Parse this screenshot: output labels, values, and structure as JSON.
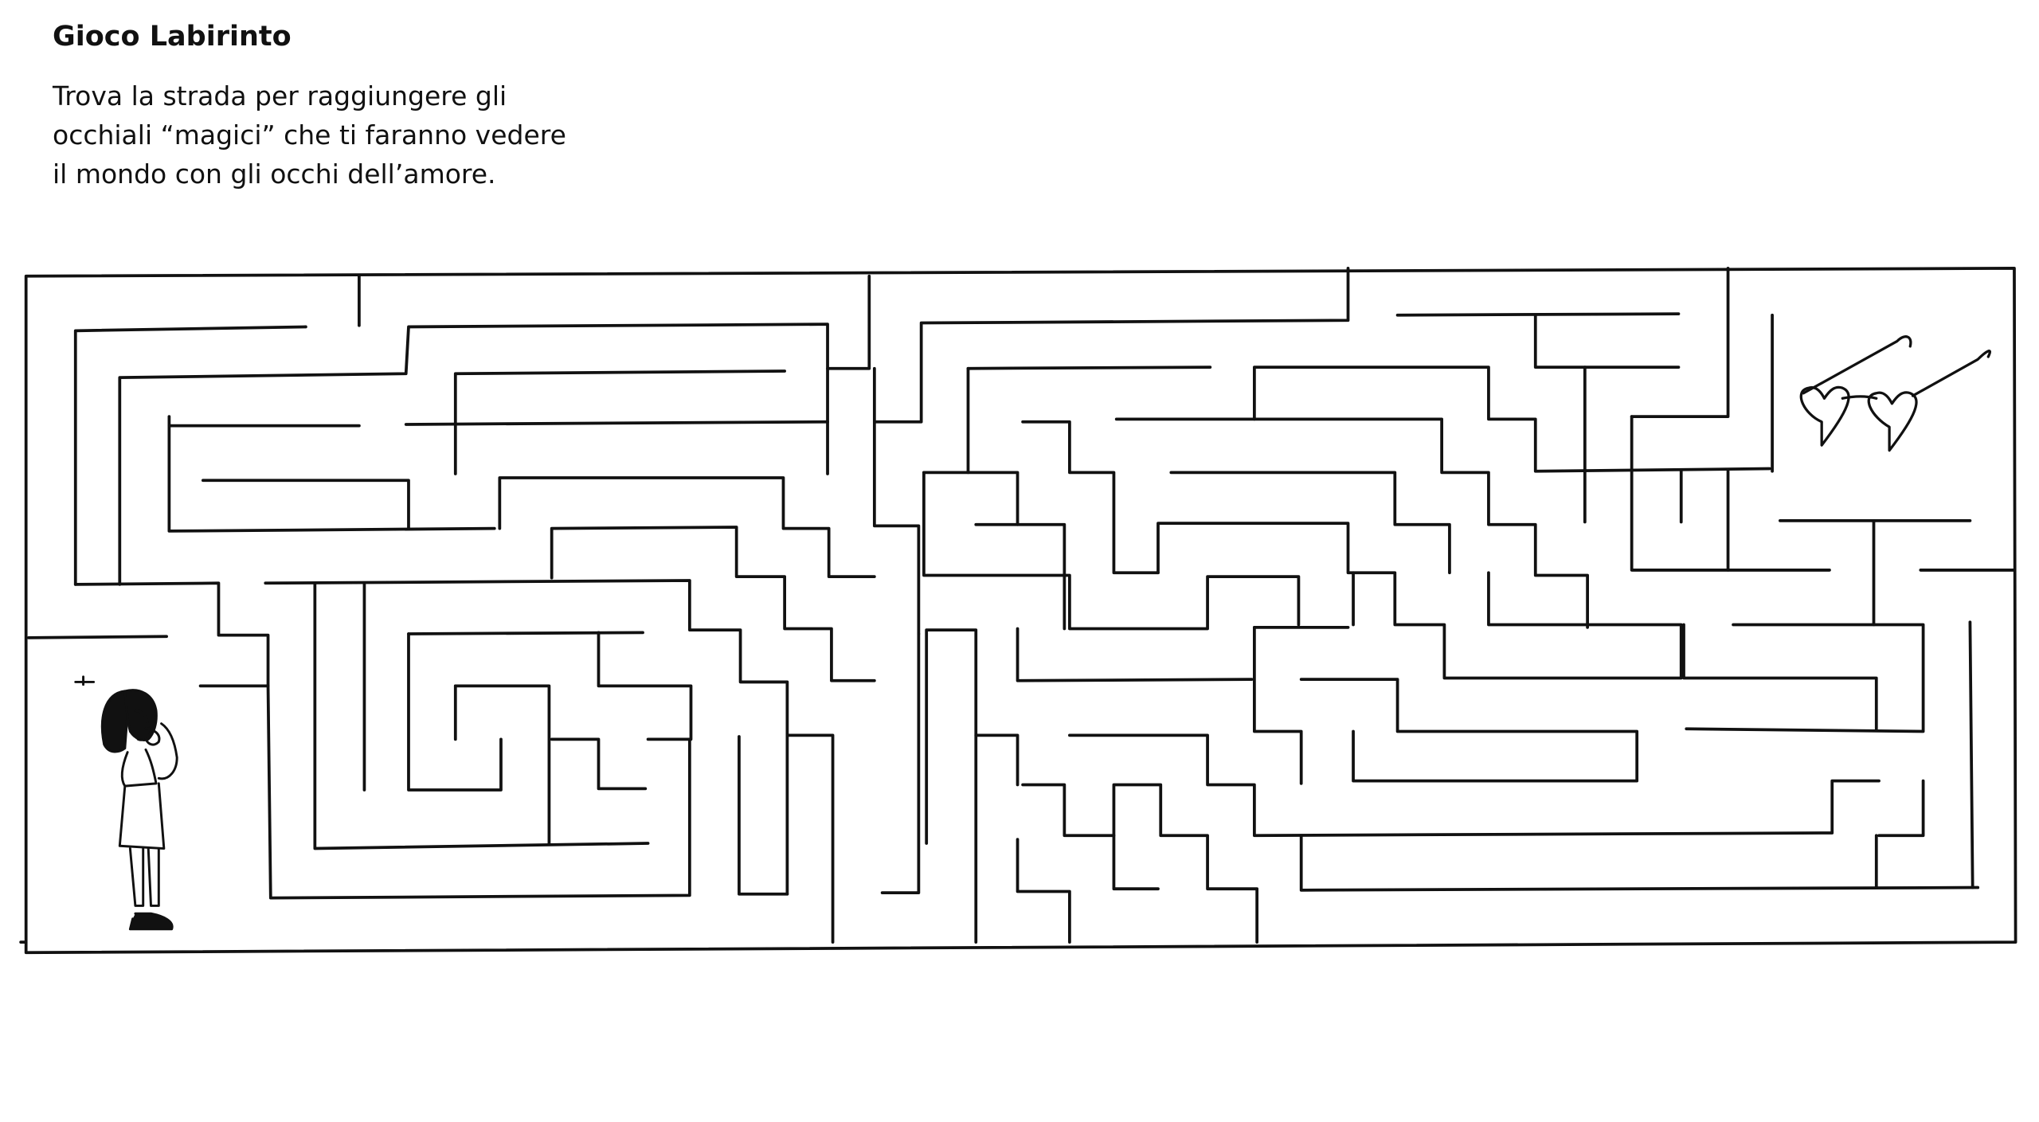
{
  "header": {
    "title": "Gioco Labirinto",
    "instruction_lines": [
      "Trova la strada per raggiungere gli",
      "occhiali “magici” che ti faranno vedere",
      "il mondo con gli occhi dell’amore."
    ]
  },
  "maze": {
    "start_figure": "girl-figure",
    "goal_figure": "heart-glasses-icon",
    "ink_color": "#111111",
    "background_color": "#ffffff"
  }
}
